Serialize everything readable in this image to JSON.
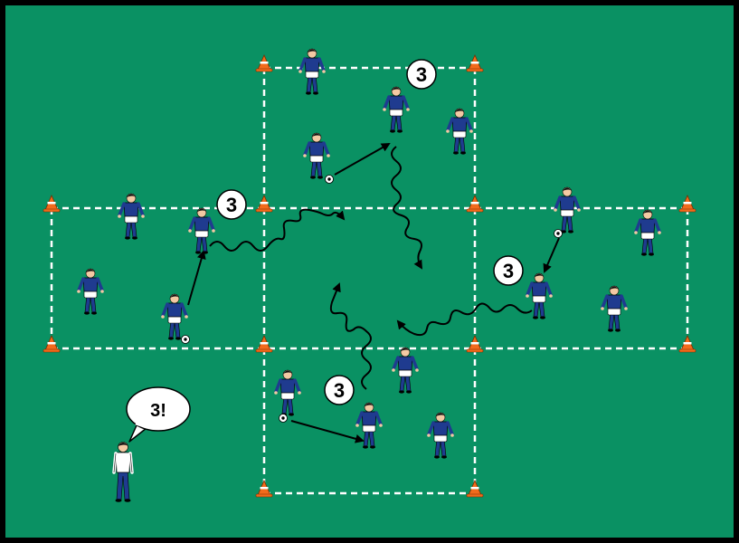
{
  "colors": {
    "pitch": "#0a9163",
    "border": "#000000",
    "lines": "#ffffff",
    "shirt": "#1f3b8f",
    "shorts": "#ffffff",
    "skin": "#f3c9a3",
    "cone": "#f26a1b"
  },
  "grid_labels": [
    {
      "text": "3",
      "name": "grid-top-number"
    },
    {
      "text": "3",
      "name": "grid-left-number"
    },
    {
      "text": "3",
      "name": "grid-right-number"
    },
    {
      "text": "3",
      "name": "grid-bottom-number"
    }
  ],
  "coach_call": "3!",
  "icons": [
    "cone-icon",
    "player-icon",
    "ball-icon",
    "pass-arrow-icon",
    "dribble-arrow-icon",
    "coach-icon",
    "speech-bubble-icon"
  ]
}
